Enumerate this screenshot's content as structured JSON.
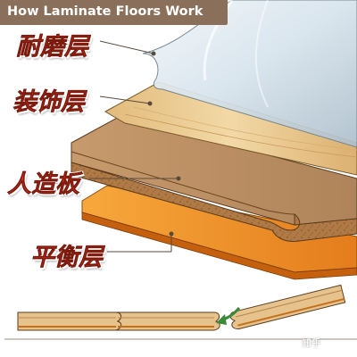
{
  "title": "How Laminate Floors Work",
  "layers": [
    {
      "id": "wear",
      "label": "耐磨层",
      "color": "#d9301c"
    },
    {
      "id": "decor",
      "label": "装饰层",
      "color": "#d9301c"
    },
    {
      "id": "core",
      "label": "人造板",
      "color": "#d9301c"
    },
    {
      "id": "balance",
      "label": "平衡层",
      "color": "#d9301c"
    }
  ],
  "watermark": "知乎",
  "colors": {
    "title_bg": "#8a6f5a",
    "wear_layer": "#dde8ef",
    "decor_layer": "#e9c98f",
    "core_layer": "#b98552",
    "balance_layer": "#f0952a",
    "leader_line": "#5a4a3c",
    "arrow": "#3a8a3a"
  },
  "icons": [
    "click-arrow-icon"
  ]
}
